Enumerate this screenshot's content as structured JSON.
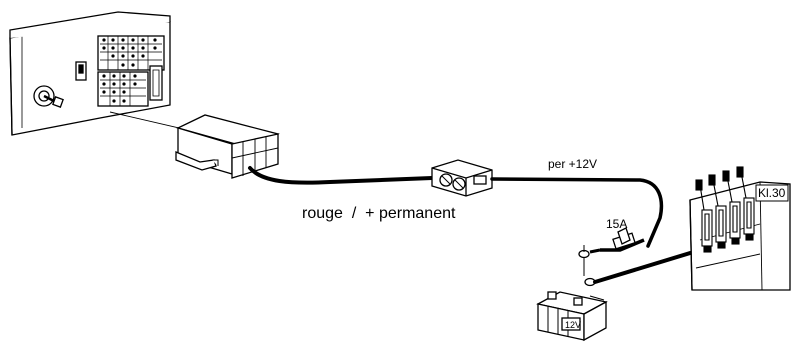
{
  "labels": {
    "wire_label": "rouge  /  + permanent",
    "wire_label_per": "per +12V",
    "fuse_rating": "15A",
    "terminal_label": "Kl.30",
    "battery_voltage": "12V"
  },
  "components": [
    {
      "name": "radio-head-unit",
      "desc": "head unit rear with connectors and antenna socket"
    },
    {
      "name": "connector-plug",
      "desc": "ISO connector plug"
    },
    {
      "name": "wire-connector",
      "desc": "inline wire connector block"
    },
    {
      "name": "fuse-holder",
      "desc": "inline fuse"
    },
    {
      "name": "car-battery",
      "desc": "12V car battery"
    },
    {
      "name": "fuse-box",
      "desc": "vehicle fuse box terminal Kl.30"
    }
  ],
  "colors": {
    "line": "#000000",
    "background": "#ffffff"
  }
}
